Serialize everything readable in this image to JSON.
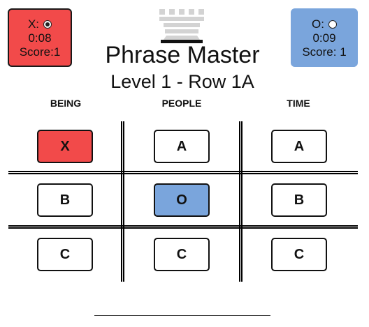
{
  "players": {
    "x": {
      "label": "X:",
      "time": "0:08",
      "score": "Score:1",
      "active": true,
      "color": "#f24a4a"
    },
    "o": {
      "label": "O:",
      "time": "0:09",
      "score": "Score: 1",
      "active": false,
      "color": "#7aa5dc"
    }
  },
  "header": {
    "logo_icon": "crown-icon",
    "title": "Phrase Master",
    "subtitle": "Level 1 - Row 1A"
  },
  "columns": [
    "BEING",
    "PEOPLE",
    "TIME"
  ],
  "board": {
    "rows": [
      [
        {
          "label": "X",
          "state": "x"
        },
        {
          "label": "A",
          "state": "empty"
        },
        {
          "label": "A",
          "state": "empty"
        }
      ],
      [
        {
          "label": "B",
          "state": "empty"
        },
        {
          "label": "O",
          "state": "o"
        },
        {
          "label": "B",
          "state": "empty"
        }
      ],
      [
        {
          "label": "C",
          "state": "empty"
        },
        {
          "label": "C",
          "state": "empty"
        },
        {
          "label": "C",
          "state": "empty"
        }
      ]
    ]
  }
}
